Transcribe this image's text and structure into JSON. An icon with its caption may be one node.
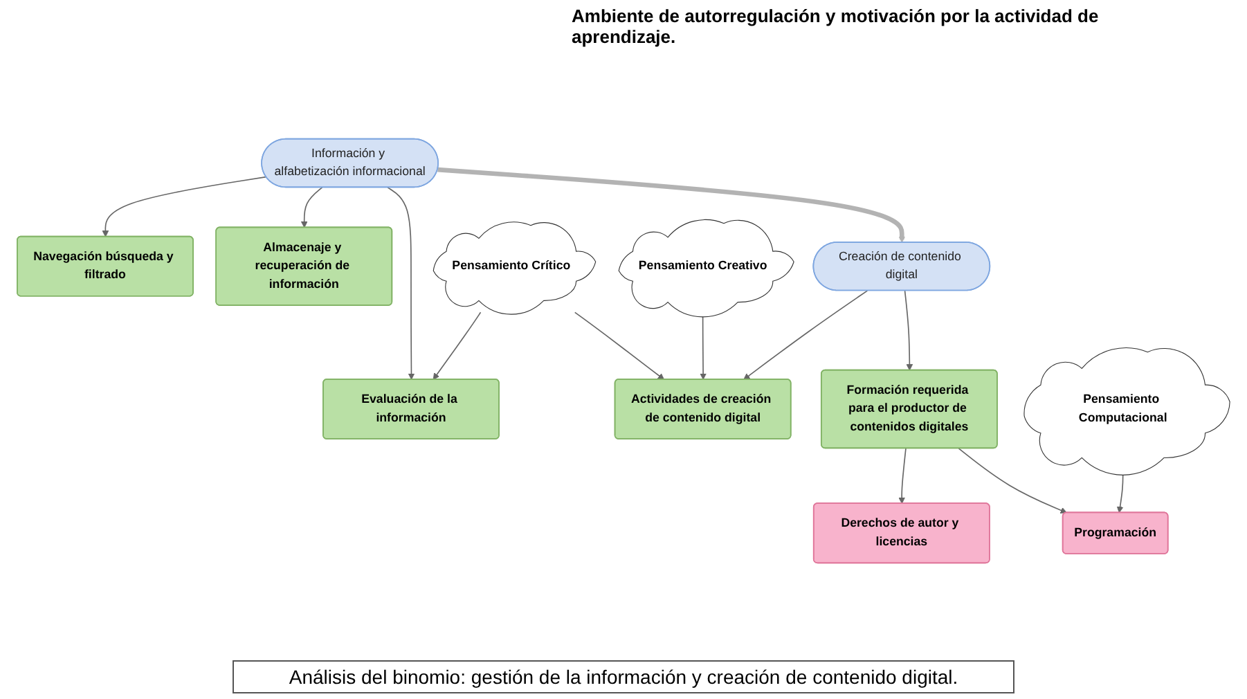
{
  "diagram": {
    "caption": "Análisis del binomio: gestión de la información y creación de contenido digital.",
    "nodes": [
      {
        "text": [
          "Navegación búsqueda y filtrado"
        ]
      },
      {
        "text": [
          "Información y alfabetización informacional"
        ]
      },
      {
        "text": [
          "Almacenaje y recuperación de información"
        ]
      },
      {
        "text": [
          "Evaluación de la información"
        ]
      },
      {
        "text": [
          "Creación de contenido digital"
        ]
      },
      {
        "text": [
          "Actividades de creación de contenido digital"
        ]
      },
      {
        "text": [
          "Formación requerida para el productor de contenidos digitales"
        ]
      },
      {
        "text": [
          "Derechos de autor y licencias"
        ]
      },
      {
        "text": [
          "Programación"
        ]
      },
      {
        "text": [
          "Pensamiento Crítico"
        ]
      },
      {
        "text": [
          "Pensamiento Creativo"
        ]
      },
      {
        "text": [
          "Pensamiento Computacional"
        ]
      }
    ],
    "edges": [
      {
        "from": 1,
        "to": 0,
        "arrow": "to"
      },
      {
        "from": 1,
        "to": 2,
        "arrow": "to"
      },
      {
        "from": 1,
        "to": 3,
        "arrow": "to"
      },
      {
        "from": 1,
        "to": 4,
        "arrow": "to",
        "style": "thick",
        "color": "#b3b3b3"
      },
      {
        "from": 4,
        "to": 5,
        "arrow": "to"
      },
      {
        "from": 4,
        "to": 6,
        "arrow": "to"
      },
      {
        "from": 6,
        "to": 7,
        "arrow": "to"
      },
      {
        "from": 6,
        "to": 8,
        "arrow": "to"
      },
      {
        "from": 9,
        "to": 3,
        "arrow": "to"
      },
      {
        "from": 9,
        "to": 5,
        "arrow": "to"
      },
      {
        "from": 10,
        "to": 5,
        "arrow": "to"
      },
      {
        "from": 11,
        "to": 8,
        "arrow": "to"
      }
    ],
    "labels": [
      "Ambiente de autorregulación y motivación por la actividad de aprendizaje."
    ]
  }
}
